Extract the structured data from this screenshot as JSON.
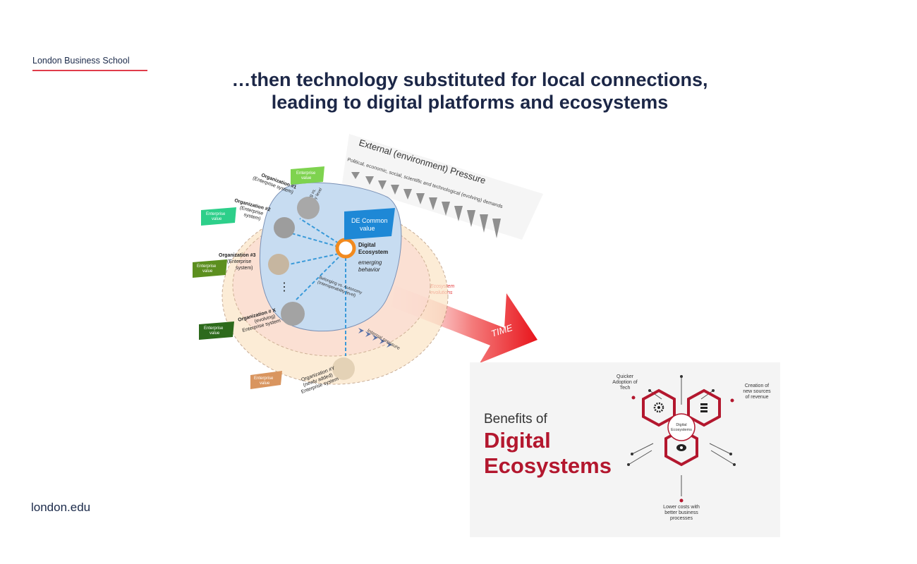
{
  "slide": {
    "brand": "London Business School",
    "title_line1": "…then technology substituted for local connections,",
    "title_line2": "leading to digital platforms and ecosystems",
    "footer": "london.edu"
  },
  "ecosystem_diagram": {
    "external_title": "External (environment) Pressure",
    "external_subtitle": "Political, economic, social, scientific and technological (evolving) demands",
    "common_value_flag": [
      "DE Common",
      "value"
    ],
    "center_label": [
      "Digital",
      "Ecosystem"
    ],
    "center_sublabel": [
      "emerging",
      "behavior"
    ],
    "belonging_top": [
      "Belonging vs.",
      "Autonomy level"
    ],
    "belonging_bottom": [
      "Belonging vs. Autonomy",
      "(Interoperability level)"
    ],
    "ellipsis": "⋮",
    "organizations": [
      {
        "lines": [
          "Organization #1",
          "(Enterprise system)"
        ],
        "flag": [
          "Enterprise",
          "value"
        ],
        "flag_color": "#7ed34f"
      },
      {
        "lines": [
          "Organization #2",
          "(Enterprise",
          "system)"
        ],
        "flag": [
          "Enterprise",
          "value"
        ],
        "flag_color": "#2dcf8a"
      },
      {
        "lines": [
          "Organization #3",
          "(Enterprise",
          "system)"
        ],
        "flag": [
          "Enterprise",
          "value"
        ],
        "flag_color": "#5c8f1f"
      },
      {
        "lines": [
          "Organization # X",
          "(evolving)",
          "Enterprise system"
        ],
        "flag": [
          "Enterprise",
          "value"
        ],
        "flag_color": "#2d6a1c"
      },
      {
        "lines": [
          "Organization #Y",
          "(newly added)",
          "Enterprise system"
        ],
        "flag": [
          "Enterprise",
          "value"
        ],
        "flag_color": "#d9955f"
      }
    ],
    "evolution_label": [
      "Ecosystem",
      "evolutions"
    ],
    "internal_pressure": "Internal pressure",
    "time_label": "TIME"
  },
  "benefits": {
    "heading_small": "Benefits of",
    "heading_line1": "Digital",
    "heading_line2": "Ecosystems",
    "center_line1": "Digital",
    "center_line2": "Ecosystems",
    "top_left_label": [
      "Quicker",
      "Adoption of",
      "Tech"
    ],
    "top_right_label": [
      "Creation of",
      "new sources",
      "of revenue"
    ],
    "bottom_label": [
      "Lower costs with",
      "better business",
      "processes"
    ],
    "accent_color": "#b3172e"
  }
}
